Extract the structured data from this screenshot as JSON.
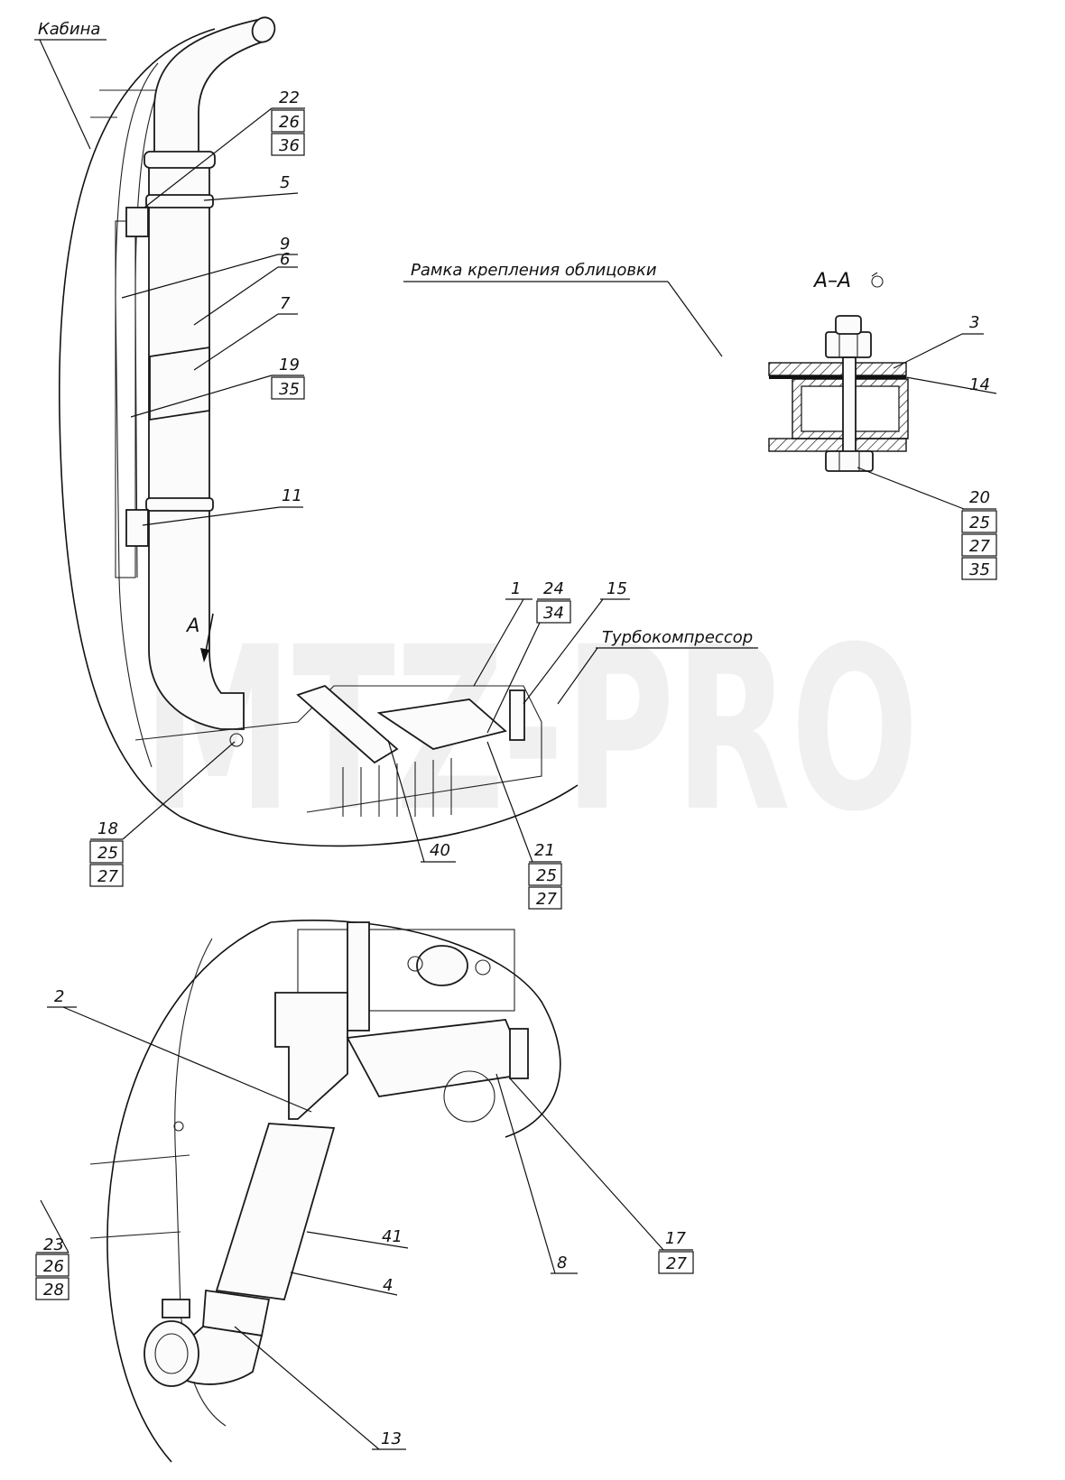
{
  "labels": {
    "cabin": "Кабина",
    "frame": "Рамка крепления облицовки",
    "turbo": "Турбокомпрессор",
    "section": "А–А",
    "view_mark": "А",
    "watermark": "MTZ-PRO"
  },
  "callouts": {
    "c22": "22",
    "c26a": "26",
    "c36": "36",
    "c5": "5",
    "c9": "9",
    "c6": "6",
    "c7": "7",
    "c19": "19",
    "c35a": "35",
    "c11": "11",
    "c1": "1",
    "c24": "24",
    "c34": "34",
    "c15": "15",
    "c18": "18",
    "c25a": "25",
    "c27a": "27",
    "c40": "40",
    "c21": "21",
    "c25b": "25",
    "c27b": "27",
    "c3": "3",
    "c14": "14",
    "c20": "20",
    "c25c": "25",
    "c27c": "27",
    "c35b": "35",
    "c2": "2",
    "c8": "8",
    "c17": "17",
    "c27d": "27",
    "c23": "23",
    "c26b": "26",
    "c28": "28",
    "c41": "41",
    "c4": "4",
    "c13": "13"
  }
}
